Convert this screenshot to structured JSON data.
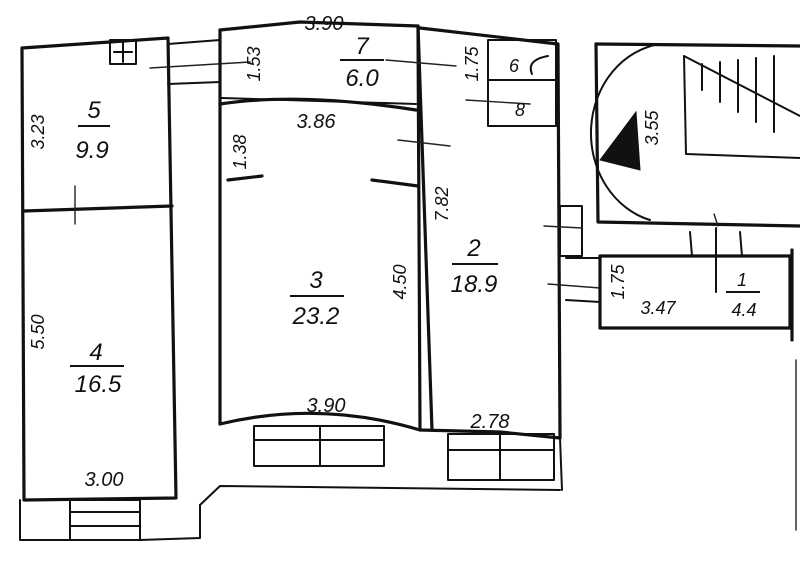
{
  "rooms": [
    {
      "id": "room-5",
      "number": "5",
      "area": "9.9"
    },
    {
      "id": "room-4",
      "number": "4",
      "area": "16.5"
    },
    {
      "id": "room-7",
      "number": "7",
      "area": "6.0"
    },
    {
      "id": "room-3",
      "number": "3",
      "area": "23.2"
    },
    {
      "id": "room-2",
      "number": "2",
      "area": "18.9"
    },
    {
      "id": "room-6",
      "number": "6",
      "area": ""
    },
    {
      "id": "room-8",
      "number": "8",
      "area": ""
    },
    {
      "id": "room-1",
      "number": "1",
      "area": "4.4"
    }
  ],
  "dimensions": {
    "room5_height": "3.23",
    "room4_height": "5.50",
    "room4_width": "3.00",
    "room7_width": "3.90",
    "room7_height": "1.53",
    "room3_top_width": "3.86",
    "room3_left_height": "1.38",
    "room3_right_height": "4.50",
    "room3_bottom_width": "3.90",
    "room2_height": "7.82",
    "room2_top_height": "1.75",
    "room2_bottom_width": "2.78",
    "stair_height": "3.55",
    "room1_height": "1.75",
    "room1_width": "3.47"
  }
}
